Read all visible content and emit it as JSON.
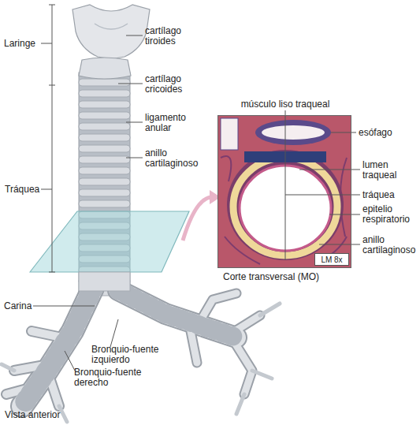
{
  "diagram": {
    "nodes": [
      {
        "text": [
          "Corte transversal (MO)"
        ]
      },
      {
        "text": [
          "LM 8x"
        ],
        "in": 0
      }
    ],
    "labels": [
      "Laringe",
      "cartílago tiroides",
      "cartílago cricoides",
      "ligamento anular",
      "anillo cartilaginoso",
      "Tráquea",
      "músculo liso traqueal",
      "esófago",
      "lumen traqueal",
      "tráquea",
      "epitelio respiratorio",
      "anillo cartilaginoso",
      "Carina",
      "Bronquio-fuente izquierdo",
      "Bronquio-fuente derecho",
      "Vista anterior"
    ]
  }
}
